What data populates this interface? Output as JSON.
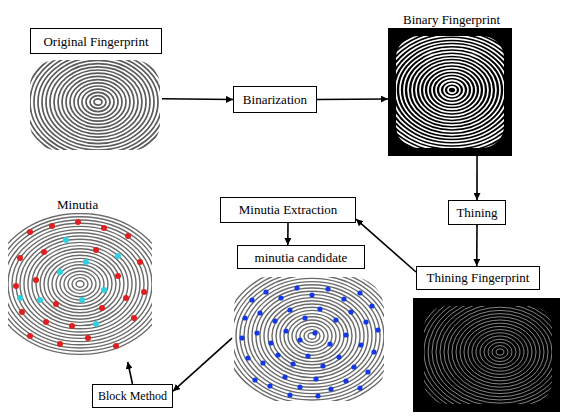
{
  "diagram": {
    "nodes": [
      {
        "text": [
          "Original Fingerprint"
        ]
      },
      {
        "text": [
          "Binarization"
        ]
      },
      {
        "text": [
          "Binary Fingerprint"
        ]
      },
      {
        "text": [
          "Thining"
        ]
      },
      {
        "text": [
          "Thining Fingerprint"
        ]
      },
      {
        "text": [
          "Minutia Extraction"
        ]
      },
      {
        "text": [
          "minutia candidate"
        ]
      },
      {
        "text": [
          "Block Method"
        ]
      },
      {
        "text": [
          "Minutia"
        ]
      }
    ],
    "edges": [
      {
        "from": 0,
        "to": 1,
        "arrow": "to"
      },
      {
        "from": 1,
        "to": 2,
        "arrow": "to"
      },
      {
        "from": 2,
        "to": 3,
        "arrow": "to"
      },
      {
        "from": 3,
        "to": 4,
        "arrow": "to"
      },
      {
        "from": 4,
        "to": 5,
        "arrow": "to"
      },
      {
        "from": 5,
        "to": 6,
        "arrow": "to"
      },
      {
        "from": 6,
        "to": 7,
        "arrow": "to"
      },
      {
        "from": 7,
        "to": 8,
        "arrow": "to"
      }
    ]
  }
}
